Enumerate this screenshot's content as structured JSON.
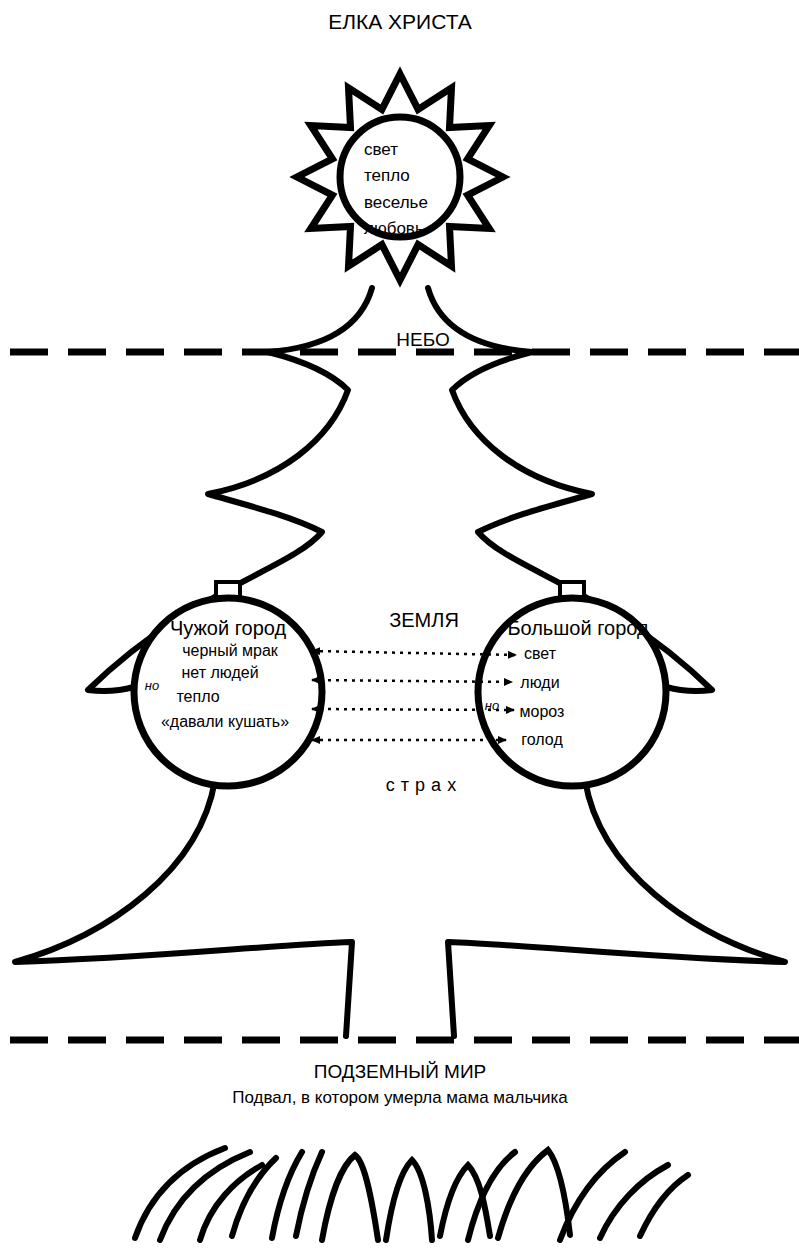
{
  "diagram": {
    "title": "ЕЛКА ХРИСТА",
    "nodes": [
      {
        "text": [
          "свет",
          "тепло",
          "веселье",
          "любовь"
        ]
      },
      {
        "text": [
          "Чужой город",
          "черный мрак",
          "нет людей",
          "но",
          "тепло",
          "«давали кушать»"
        ]
      },
      {
        "text": [
          "Большой город",
          "свет",
          "люди",
          "но",
          "мороз",
          "голод"
        ]
      }
    ],
    "edges": [
      {
        "from": 1,
        "to": 2,
        "arrow": "both"
      },
      {
        "from": 1,
        "to": 2,
        "arrow": "both"
      },
      {
        "from": 1,
        "to": 2,
        "arrow": "both"
      },
      {
        "from": 1,
        "to": 2,
        "arrow": "both"
      }
    ],
    "labels": [
      "НЕБО",
      "ЗЕМЛЯ",
      "страх",
      "ПОДЗЕМНЫЙ МИР",
      "Подвал, в котором умерла мама мальчика"
    ]
  }
}
